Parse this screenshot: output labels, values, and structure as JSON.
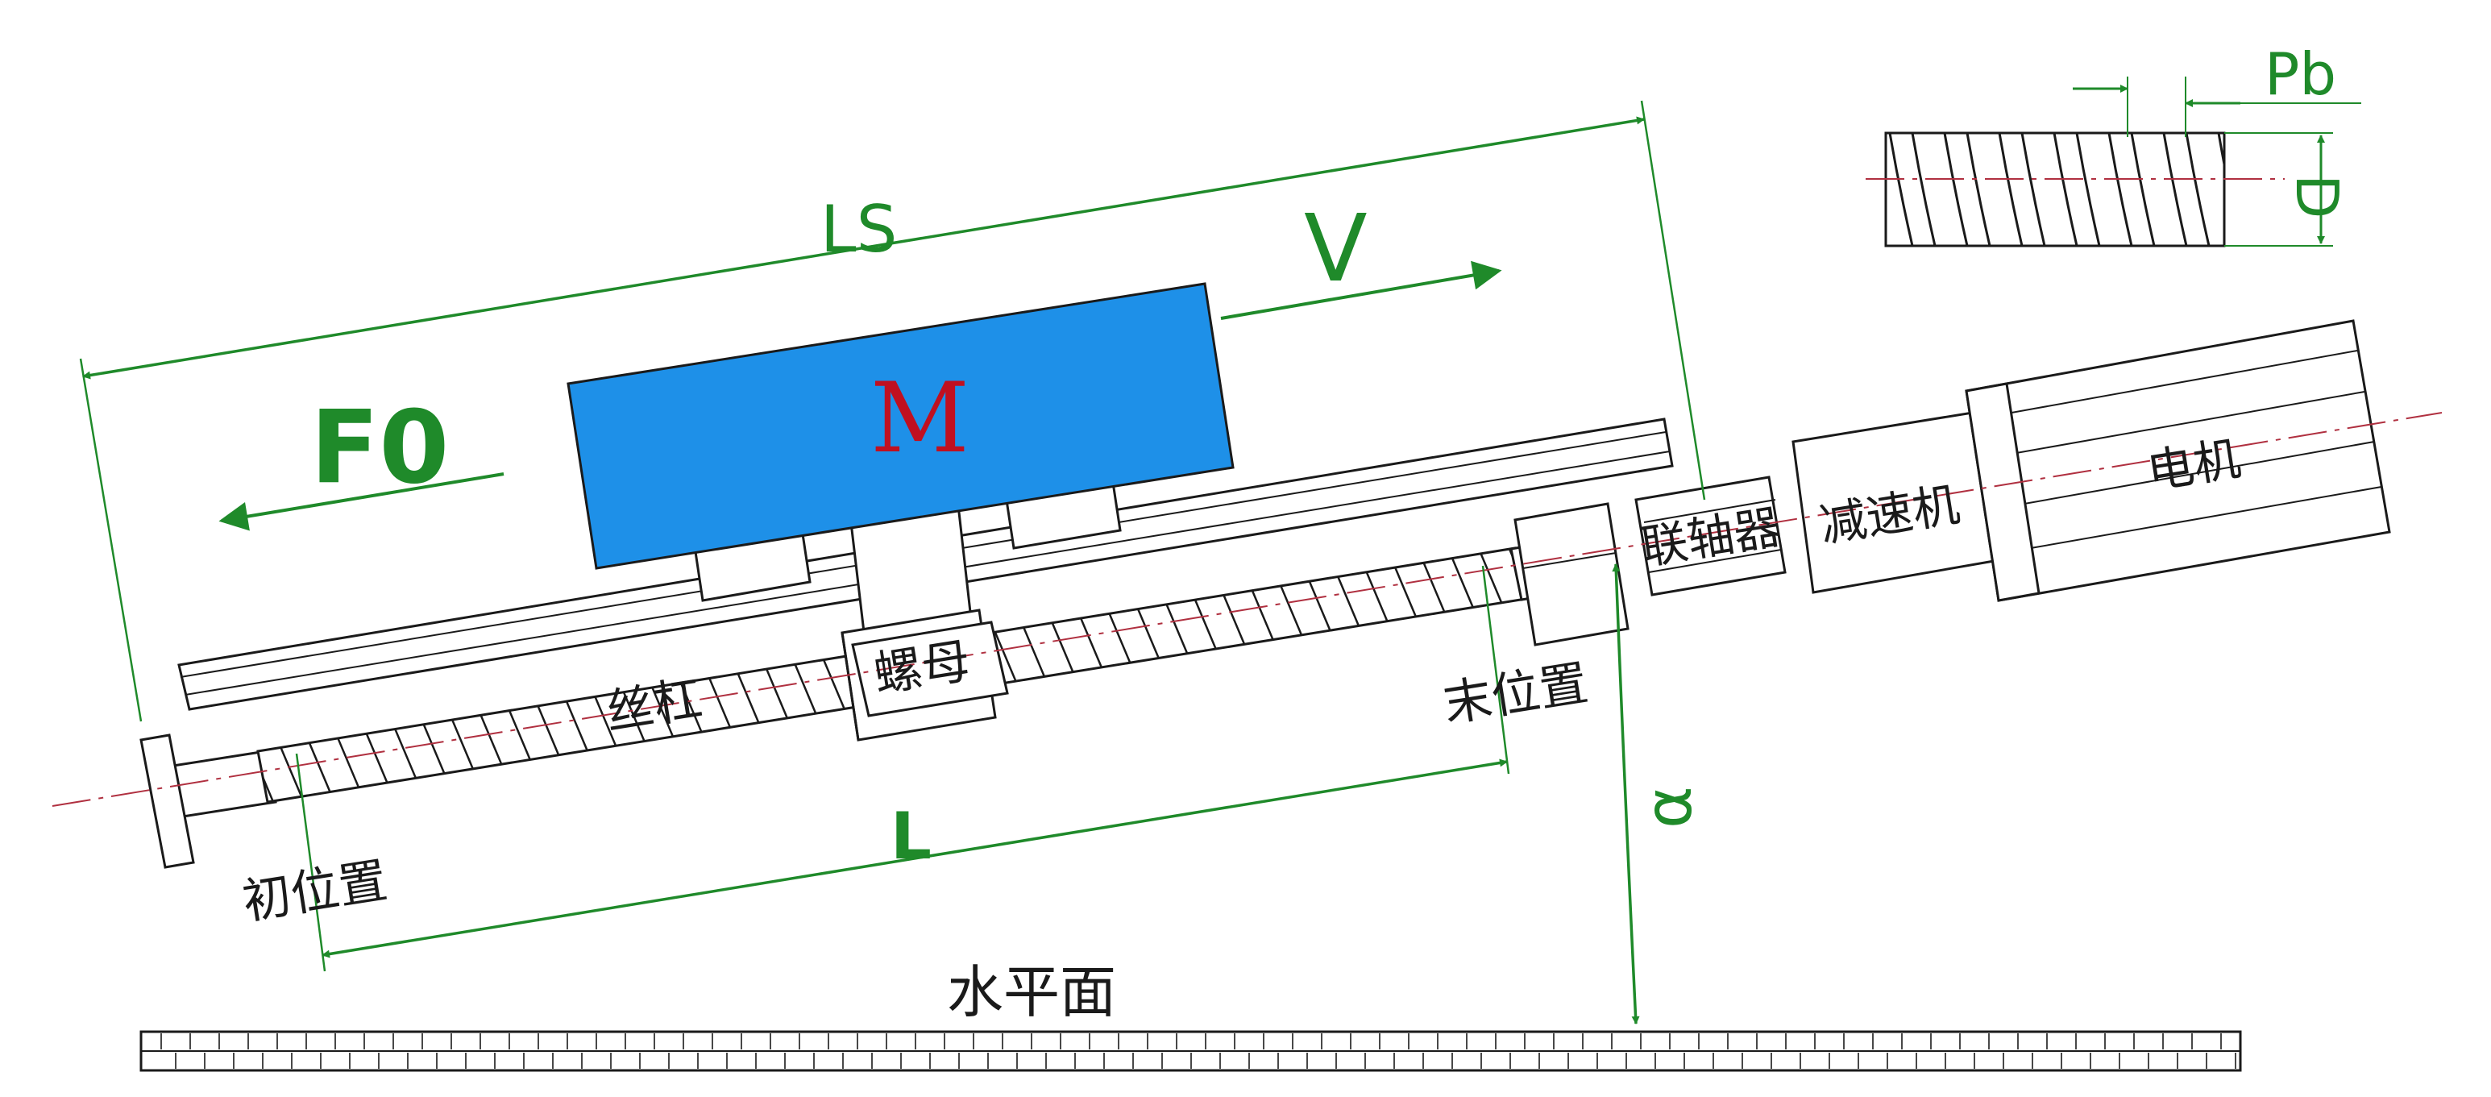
{
  "diagram": {
    "labels": {
      "ls": "LS",
      "v": "V",
      "f0": "F0",
      "mass": "M",
      "lead_screw": "丝杠",
      "nut": "螺母",
      "coupling": "联轴器",
      "reducer": "减速机",
      "motor": "电机",
      "start_position": "初位置",
      "end_position": "末位置",
      "stroke": "L",
      "angle": "α",
      "horizontal_plane": "水平面",
      "pitch": "Pb",
      "diameter": "D"
    },
    "colors": {
      "dimension": "#1f8a2a",
      "mass_fill": "#1e90e8",
      "mass_label": "#c01020",
      "axis_line": "#b03040",
      "outline": "#1a1a1a"
    }
  }
}
